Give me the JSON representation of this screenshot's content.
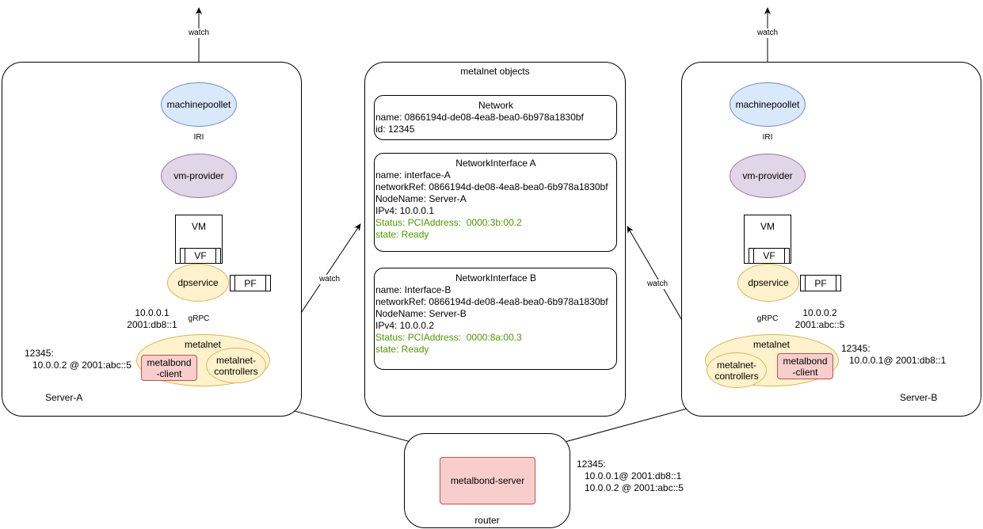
{
  "server_a": {
    "label": "Server-A",
    "machinepoollet": "machinepoollet",
    "vm_provider": "vm-provider",
    "vm": "VM",
    "vf": "VF",
    "pf": "PF",
    "dpservice": "dpservice",
    "metalnet": "metalnet",
    "metalbond_client": "metalbond\n-client",
    "metalnet_controllers": "metalnet-\ncontrollers",
    "watch_label": "watch",
    "iri_label": "IRI",
    "grpc_label": "gRPC",
    "ip_info": "10.0.0.1\n2001:db8::1",
    "route_info": "12345:\n   10.0.0.2 @ 2001:abc::5"
  },
  "server_b": {
    "label": "Server-B",
    "machinepoollet": "machinepoollet",
    "vm_provider": "vm-provider",
    "vm": "VM",
    "vf": "VF",
    "pf": "PF",
    "dpservice": "dpservice",
    "metalnet": "metalnet",
    "metalbond_client": "metalbond\n-client",
    "metalnet_controllers": "metalnet-\ncontrollers",
    "watch_label": "watch",
    "iri_label": "IRI",
    "grpc_label": "gRPC",
    "ip_info": "10.0.0.2\n2001:abc::5",
    "route_info": "12345:\n   10.0.0.1@ 2001:db8::1"
  },
  "metalnet_objects": {
    "title": "metalnet objects",
    "network": {
      "title": "Network",
      "lines": [
        "name: 0866194d-de08-4ea8-bea0-6b978a1830bf",
        "id: 12345"
      ]
    },
    "interface_a": {
      "title": "NetworkInterface A",
      "lines": [
        "name: interface-A",
        "networkRef: 0866194d-de08-4ea8-bea0-6b978a1830bf",
        "NodeName: Server-A",
        "IPv4: 10.0.0.1"
      ],
      "status_lines": [
        "Status: PCIAddress:  0000:3b:00.2",
        "state: Ready"
      ]
    },
    "interface_b": {
      "title": "NetworkInterface B",
      "lines": [
        "name: Interface-B",
        "networkRef: 0866194d-de08-4ea8-bea0-6b978a1830bf",
        "NodeName: Server-B",
        "IPv4: 10.0.0.2"
      ],
      "status_lines": [
        "Status: PCIAddress:  0000:8a:00.3",
        "state: Ready"
      ]
    }
  },
  "watch_left": "watch",
  "watch_right": "watch",
  "router": {
    "label": "router",
    "metalbond_server": "metalbond-server",
    "route_info": "12345:\n   10.0.0.1@ 2001:db8::1\n   10.0.0.2 @ 2001:abc::5"
  },
  "colors": {
    "blue_fill": "#dae8fc",
    "purple_fill": "#e1d5e7",
    "yellow_fill": "#fff2cc",
    "red_fill": "#f8cecc",
    "status_green": "#4d9900"
  }
}
